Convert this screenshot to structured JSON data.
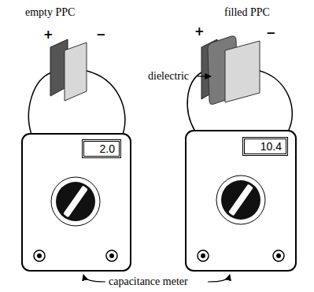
{
  "diagram": {
    "nodes": [
      {
        "text": [
          "2.0"
        ]
      },
      {
        "text": [
          "10.4"
        ]
      }
    ],
    "labels": [
      "empty PPC",
      "filled PPC",
      "+",
      "−",
      "+",
      "−",
      "dielectric",
      "capacitance meter"
    ]
  }
}
